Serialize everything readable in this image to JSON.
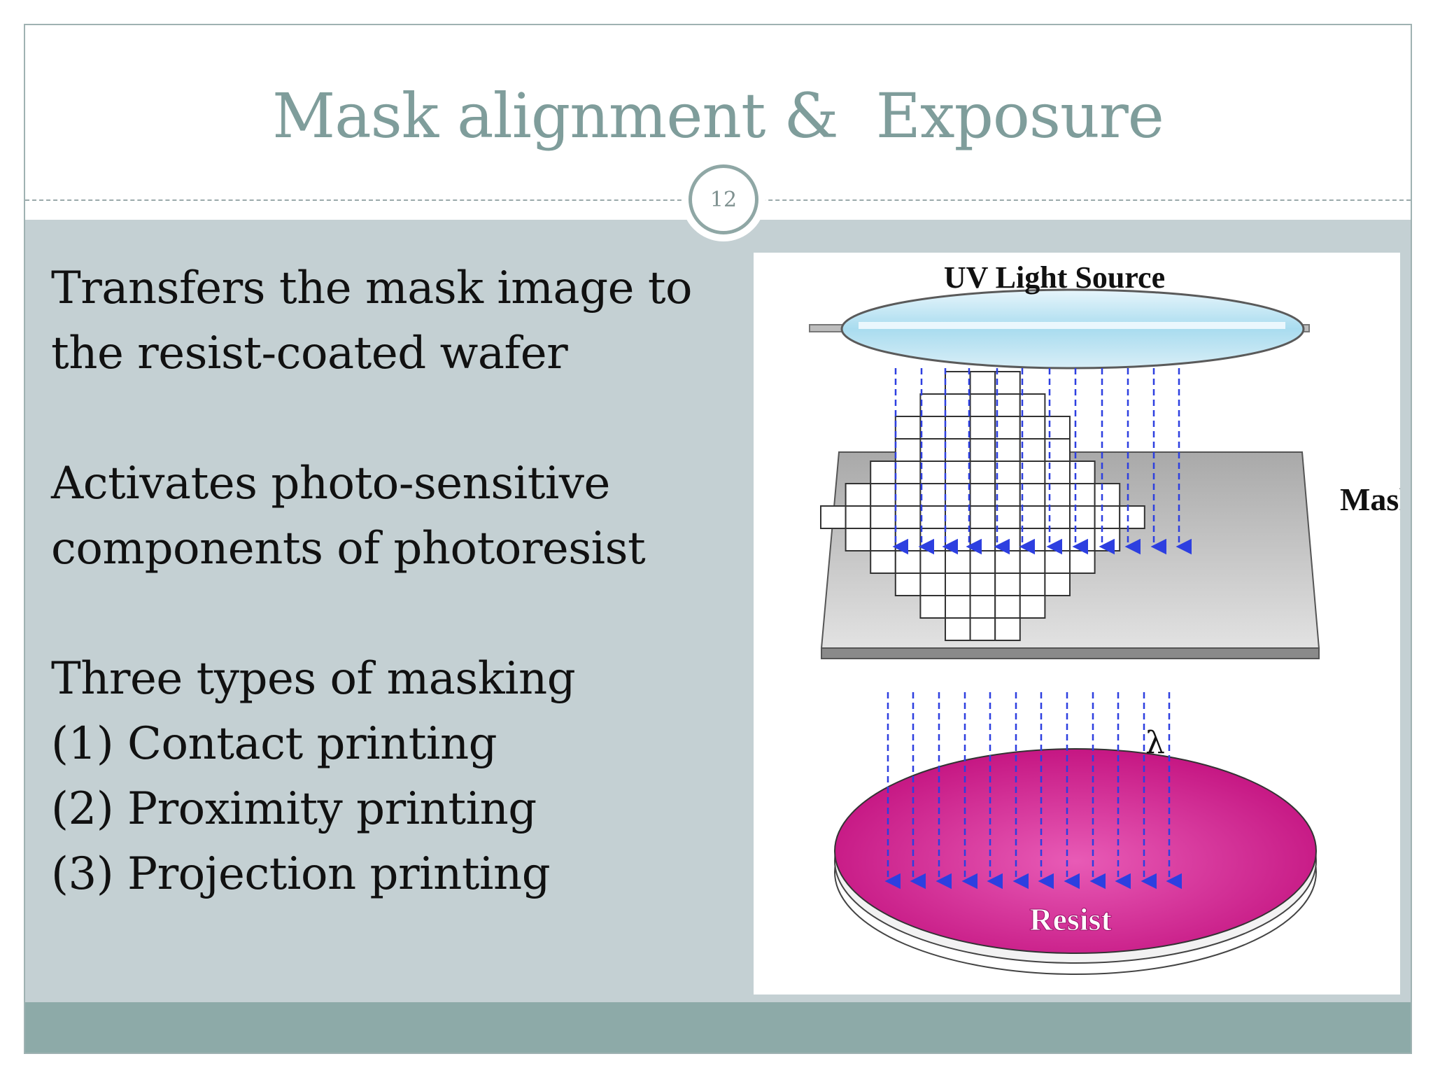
{
  "slide": {
    "title": "Mask alignment &  Exposure",
    "page_number": "12"
  },
  "content": {
    "paragraph_1": [
      "Transfers the mask image to",
      "the resist-coated wafer"
    ],
    "paragraph_2": [
      "Activates photo-sensitive",
      "components of photoresist"
    ],
    "paragraph_3": [
      "Three types of masking",
      "(1) Contact printing",
      "(2) Proximity printing",
      "(3) Projection printing"
    ]
  },
  "figure": {
    "uv_label": "UV Light Source",
    "mask_label": "Mask",
    "wavelength_label": "λ",
    "resist_label": "Resist"
  },
  "colors": {
    "title": "#7f9d9b",
    "body_background": "#c4d0d3",
    "footer_band": "#8daaa8",
    "uv_arrows": "#2d3fe0",
    "resist": "#d6178f"
  }
}
